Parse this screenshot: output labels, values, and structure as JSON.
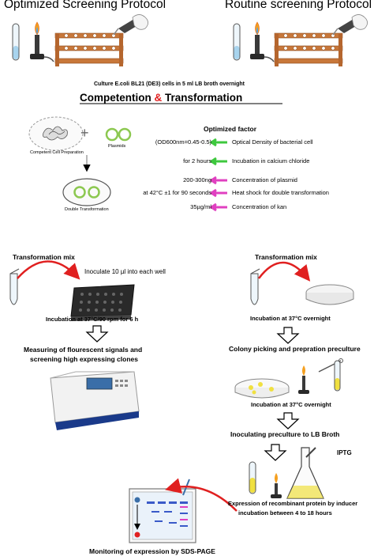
{
  "headers": {
    "left_title": "Optimized Screening Protocol",
    "right_title": "Routine screening Protocol",
    "culture_text": "Culture E.coli BL21 (DE3) cells in 5 ml LB broth overnight"
  },
  "section_title": {
    "part1": "Competention",
    "ampersand": "&",
    "part2": "Transformation"
  },
  "top_diagram": {
    "competent_label": "Competent Cell Preparation",
    "plus": "+",
    "plasmids_label": "Plasmids",
    "double_label": "Double Transformation"
  },
  "optimized_factor": {
    "title": "Optimized factor",
    "rows": [
      {
        "value": "(OD600nm=0.45-0.5)",
        "description": "Optical Density of bacterial cell",
        "arrow_color": "#3ec83e"
      },
      {
        "value": "for 2 hours",
        "description": "Incubation in calcium chloride",
        "arrow_color": "#3ec83e"
      },
      {
        "value": "200-300ng",
        "description": "Concentration of plasmid",
        "arrow_color": "#e040c0"
      },
      {
        "value": "at 42°C ±1 for 90 seconds",
        "description": "Heat shock for double transformation",
        "arrow_color": "#e040c0"
      },
      {
        "value": "35µg/ml",
        "description": "Concentration of kan",
        "arrow_color": "#e040c0"
      }
    ]
  },
  "left_flow": {
    "transformation_mix": "Transformation mix",
    "inoculate": "Inoculate 10 µl into each well",
    "incubation": "Incubation at 37°C/90 rpm for 6 h",
    "measuring_line1": "Measuring of flourescent signals and",
    "measuring_line2": "screening high expressing clones"
  },
  "right_flow": {
    "transformation_mix": "Transformation mix",
    "incubation1": "Incubation at 37°C overnight",
    "colony": "Colony picking and prepration preculture",
    "incubation2": "Incubation at 37°C overnight",
    "inoculating": "Inoculating preculture to LB Broth",
    "iptg": "IPTG",
    "expression_line1": "Expression of recombinant protein by inducer",
    "expression_line2": "incubation  between 4 to 18 hours"
  },
  "bottom": {
    "monitoring": "Monitoring of expression by SDS-PAGE"
  },
  "colors": {
    "red": "#e02020",
    "green_arrow": "#3ec83e",
    "magenta_arrow": "#e040c0",
    "wood": "#c8773a",
    "yellow": "#f0e040"
  }
}
